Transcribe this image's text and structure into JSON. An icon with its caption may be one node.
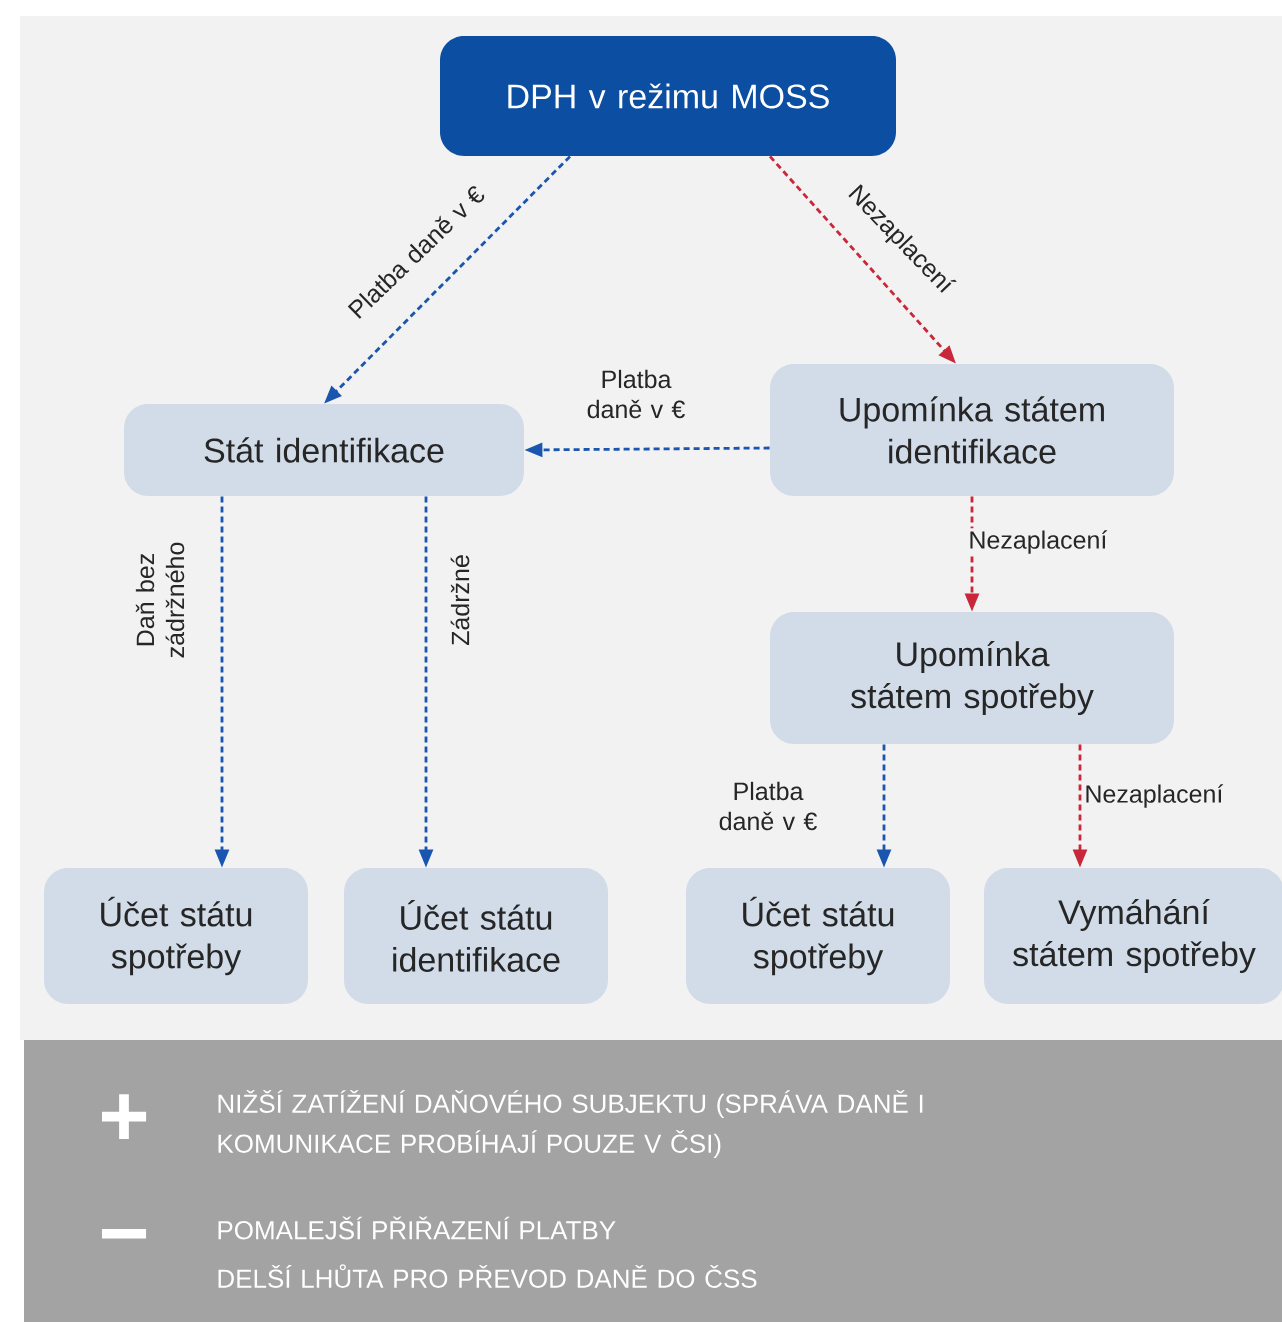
{
  "diagram": {
    "nodes": [
      {
        "text": [
          "DPH v režimu MOSS"
        ]
      },
      {
        "text": [
          "Stát identifikace"
        ]
      },
      {
        "text": [
          "Upomínka státem identifikace"
        ]
      },
      {
        "text": [
          "Upomínka státem spotřeby"
        ]
      },
      {
        "text": [
          "Účet státu spotřeby"
        ]
      },
      {
        "text": [
          "Účet státu identifikace"
        ]
      },
      {
        "text": [
          "Účet státu spotřeby"
        ]
      },
      {
        "text": [
          "Vymáhání státem spotřeby"
        ]
      }
    ],
    "edges": [
      {
        "from": 0,
        "to": 1,
        "arrow": "to",
        "label": "Platba daně v €",
        "style": "dashed"
      },
      {
        "from": 0,
        "to": 2,
        "arrow": "to",
        "label": "Nezaplacení",
        "style": "dashed",
        "color": "#c8283a"
      },
      {
        "from": 2,
        "to": 1,
        "arrow": "to",
        "label": "Platba daně v €",
        "style": "dashed"
      },
      {
        "from": 1,
        "to": 4,
        "arrow": "to",
        "label": "Daň bez zádržného",
        "style": "dashed"
      },
      {
        "from": 1,
        "to": 5,
        "arrow": "to",
        "label": "Zádržné",
        "style": "dashed"
      },
      {
        "from": 2,
        "to": 3,
        "arrow": "to",
        "label": "Nezaplacení",
        "style": "dashed",
        "color": "#c8283a"
      },
      {
        "from": 3,
        "to": 6,
        "arrow": "to",
        "label": "Platba daně v €",
        "style": "dashed"
      },
      {
        "from": 3,
        "to": 7,
        "arrow": "to",
        "label": "Nezaplacení",
        "style": "dashed",
        "color": "#c8283a"
      }
    ],
    "labels": [
      "+",
      "NIŽŠÍ ZATÍŽENÍ DAŇOVÉHO SUBJEKTU (SPRÁVA DANĚ I KOMUNIKACE PROBÍHAJÍ POUZE V ČSI)",
      "−",
      "POMALEJŠÍ PŘIŘAZENÍ PLATBY",
      "DELŠÍ LHŮTA PRO PŘEVOD DANĚ DO ČSS"
    ]
  }
}
